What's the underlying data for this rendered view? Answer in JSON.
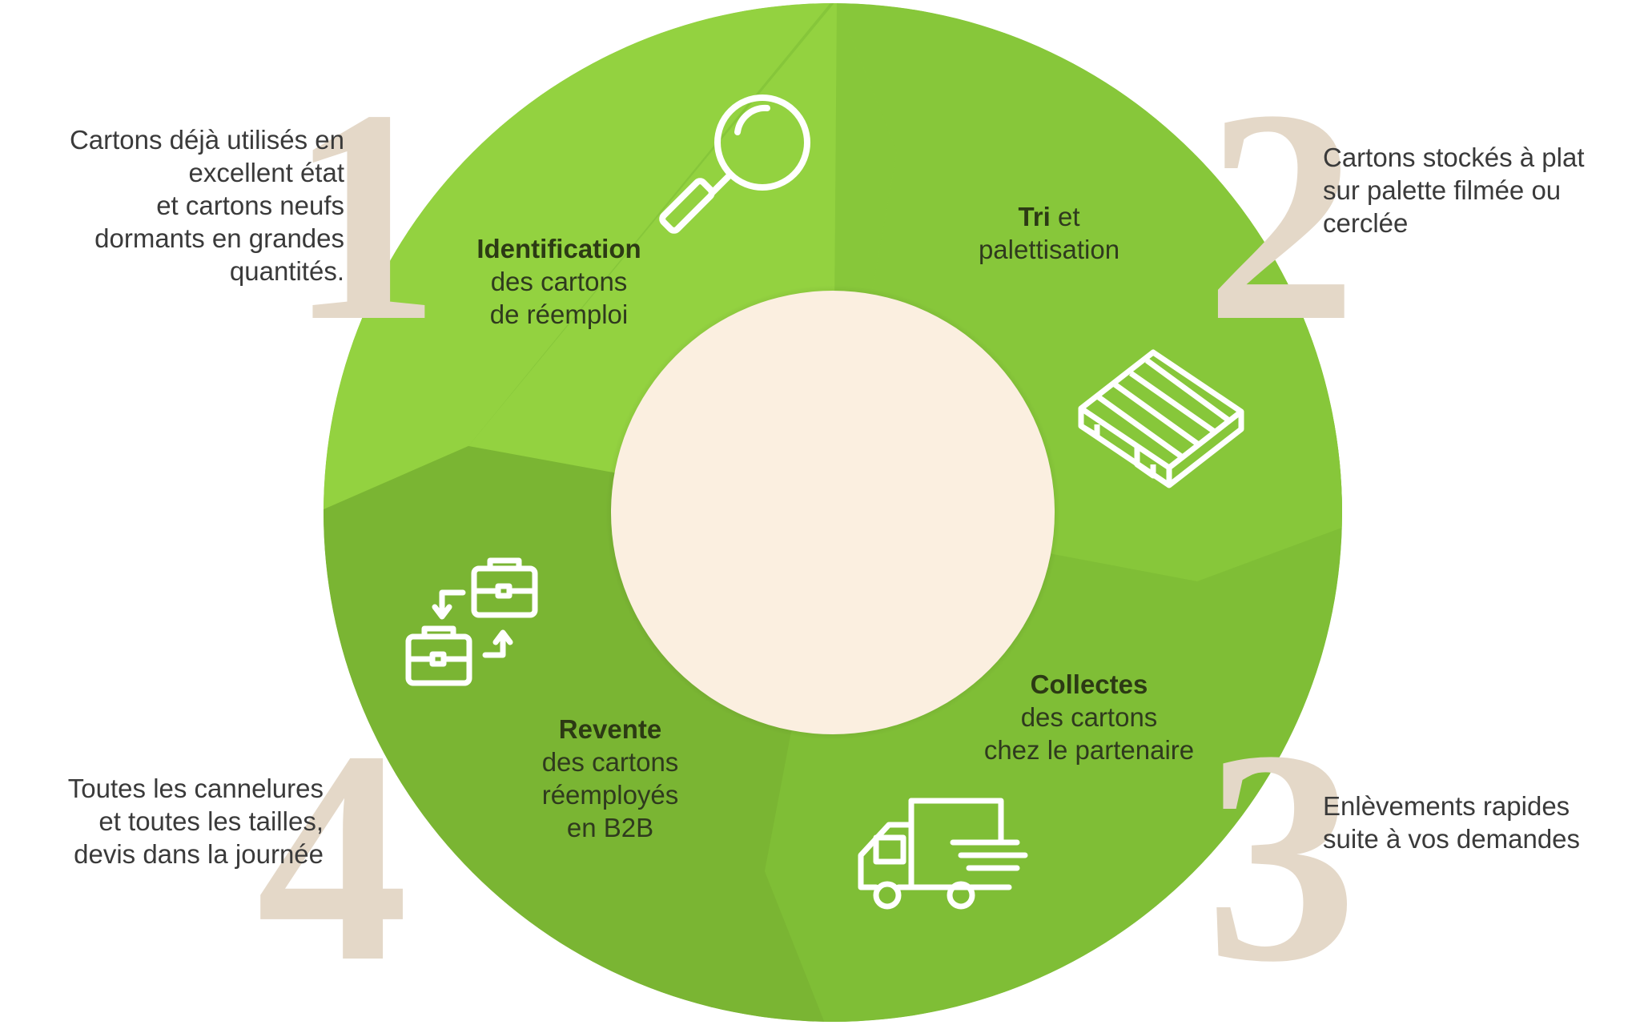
{
  "colors": {
    "segment_1": "#8fcf3d",
    "segment_2": "#86c63a",
    "segment_3": "#7dbd36",
    "segment_4": "#78b233",
    "center": "#fbefe0",
    "big_number": "#e4d8c8",
    "text": "#3a3a3a"
  },
  "steps": [
    {
      "number": "1",
      "icon": "magnifier-icon",
      "label_bold": "Identification",
      "label_rest": "",
      "label_lines": [
        "des cartons",
        "de réemploi"
      ],
      "side_lines": [
        "Cartons déjà utilisés en",
        "excellent état",
        "et cartons neufs",
        "dormants en grandes",
        "quantités."
      ]
    },
    {
      "number": "2",
      "icon": "pallet-icon",
      "label_bold": "Tri",
      "label_rest": " et",
      "label_lines": [
        "palettisation"
      ],
      "side_lines": [
        "Cartons stockés à plat",
        "sur palette filmée ou",
        "cerclée"
      ]
    },
    {
      "number": "3",
      "icon": "truck-icon",
      "label_bold": "Collectes",
      "label_rest": "",
      "label_lines": [
        "des cartons",
        "chez le partenaire"
      ],
      "side_lines": [
        "Enlèvements rapides",
        "suite à vos demandes"
      ]
    },
    {
      "number": "4",
      "icon": "briefcase-exchange-icon",
      "label_bold": "Revente",
      "label_rest": "",
      "label_lines": [
        "des cartons",
        "réemployés",
        "en B2B"
      ],
      "side_lines": [
        "Toutes les cannelures",
        "et toutes les tailles,",
        "devis dans la journée"
      ]
    }
  ]
}
